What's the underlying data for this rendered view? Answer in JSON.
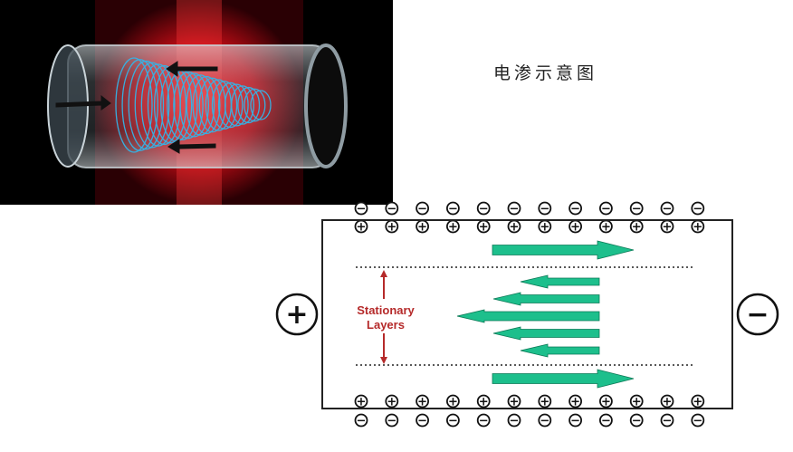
{
  "title": "电渗示意图",
  "stationary_label": [
    "Stationary",
    "Layers"
  ],
  "left_electrode": "+",
  "right_electrode": "−",
  "wall_charge_top_outer": "−",
  "wall_charge_top_inner": "+",
  "wall_charge_bottom_inner": "+",
  "wall_charge_bottom_outer": "−",
  "flow_color": "#1dbf8c",
  "label_color": "#b52a2a",
  "photo": {
    "background": "#000000",
    "glow_color": "#e8121c",
    "coil_color": "#33b5e8"
  }
}
